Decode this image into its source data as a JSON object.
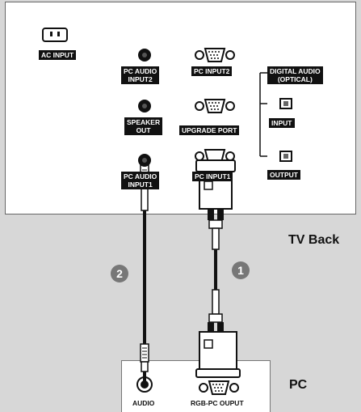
{
  "labels": {
    "ac_input": "AC INPUT",
    "pc_audio_input2": "PC AUDIO\nINPUT2",
    "pc_input2": "PC INPUT2",
    "digital_audio": "DIGITAL AUDIO\n(OPTICAL)",
    "speaker_out": "SPEAKER\nOUT",
    "upgrade_port": "UPGRADE PORT",
    "input": "INPUT",
    "output": "OUTPUT",
    "pc_audio_input1": "PC AUDIO\nINPUT1",
    "pc_input1": "PC INPUT1",
    "tv_back": "TV Back",
    "pc": "PC",
    "audio": "AUDIO",
    "rgb_pc_output": "RGB-PC OUPUT"
  },
  "steps": {
    "one": "1",
    "two": "2"
  },
  "colors": {
    "panel": "#ffffff",
    "background": "#d7d7d7",
    "label_bg": "#111111",
    "step_badge": "#777777"
  }
}
